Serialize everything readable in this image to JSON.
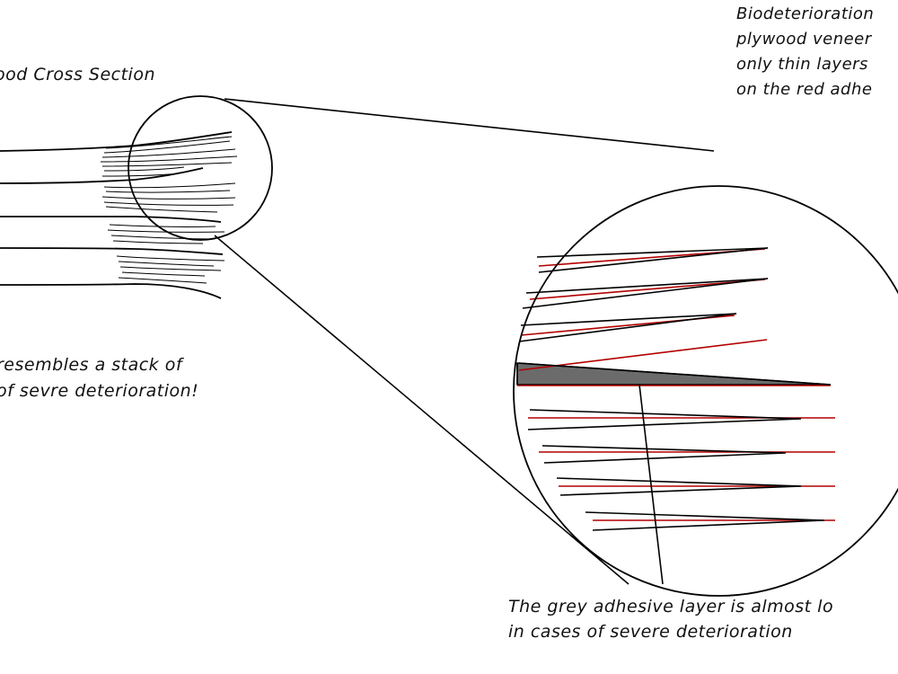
{
  "title": "ood Cross Section",
  "note_left": {
    "line1": "resembles a stack of",
    "line2": "of sevre deterioration!"
  },
  "note_right": {
    "line1": "Biodeterioration",
    "line2": "plywood veneer",
    "line3": "only thin layers",
    "line4": "on the red adhe"
  },
  "note_bottom": {
    "line1": "The grey adhesive layer is almost lo",
    "line2": "in cases of severe deterioration"
  },
  "colors": {
    "ink": "#111111",
    "veneer_line": "#000000",
    "adhesive_red": "#b30000",
    "adhesive_grey": "#6b6b6b"
  }
}
